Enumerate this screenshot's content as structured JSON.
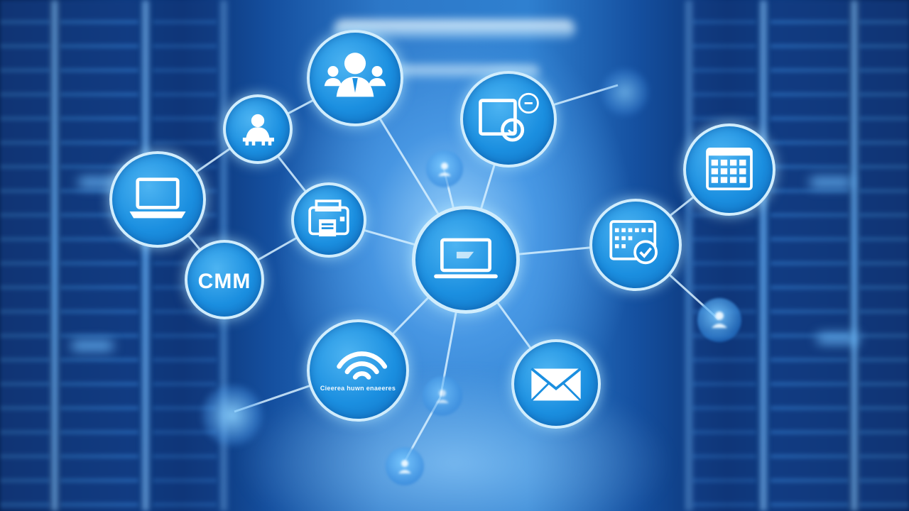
{
  "scene": {
    "subject": "",
    "theme_colors": {
      "primary": "#1b8fe0",
      "node_border": "#e1f5ff",
      "background_dark": "#06204f",
      "glow": "#a0d7ff"
    }
  },
  "nodes": [
    {
      "id": "users-group",
      "icon": "users-group-icon"
    },
    {
      "id": "team",
      "icon": "team-icon"
    },
    {
      "id": "laptop-left",
      "icon": "laptop-icon"
    },
    {
      "id": "printer",
      "icon": "printer-icon"
    },
    {
      "id": "crm",
      "icon": "crm-label",
      "label": "CMM"
    },
    {
      "id": "laptop-center",
      "icon": "laptop-icon"
    },
    {
      "id": "monitor-support",
      "icon": "monitor-support-icon"
    },
    {
      "id": "calendar",
      "icon": "calendar-icon"
    },
    {
      "id": "calendar-check",
      "icon": "calendar-check-icon"
    },
    {
      "id": "wifi",
      "icon": "wifi-icon",
      "label": "Cieerea huwn enaeeres"
    },
    {
      "id": "email",
      "icon": "envelope-icon"
    },
    {
      "id": "small-user",
      "icon": "user-icon"
    }
  ]
}
